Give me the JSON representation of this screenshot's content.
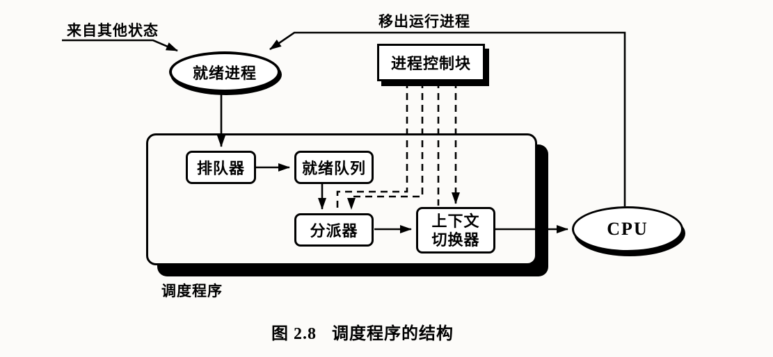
{
  "page": {
    "background": "#fcfbf9",
    "ink": "#000000"
  },
  "labels": {
    "from_other_states": "来自其他状态",
    "remove_running_process": "移出运行进程",
    "scheduler": "调度程序"
  },
  "nodes": {
    "ready_process": "就绪进程",
    "process_control_block": "进程控制块",
    "enqueuer": "排队器",
    "ready_queue": "就绪队列",
    "dispatcher": "分派器",
    "context_switcher_line1": "上下文",
    "context_switcher_line2": "切换器",
    "cpu": "CPU"
  },
  "caption": {
    "number": "图 2.8",
    "title": "调度程序的结构"
  }
}
